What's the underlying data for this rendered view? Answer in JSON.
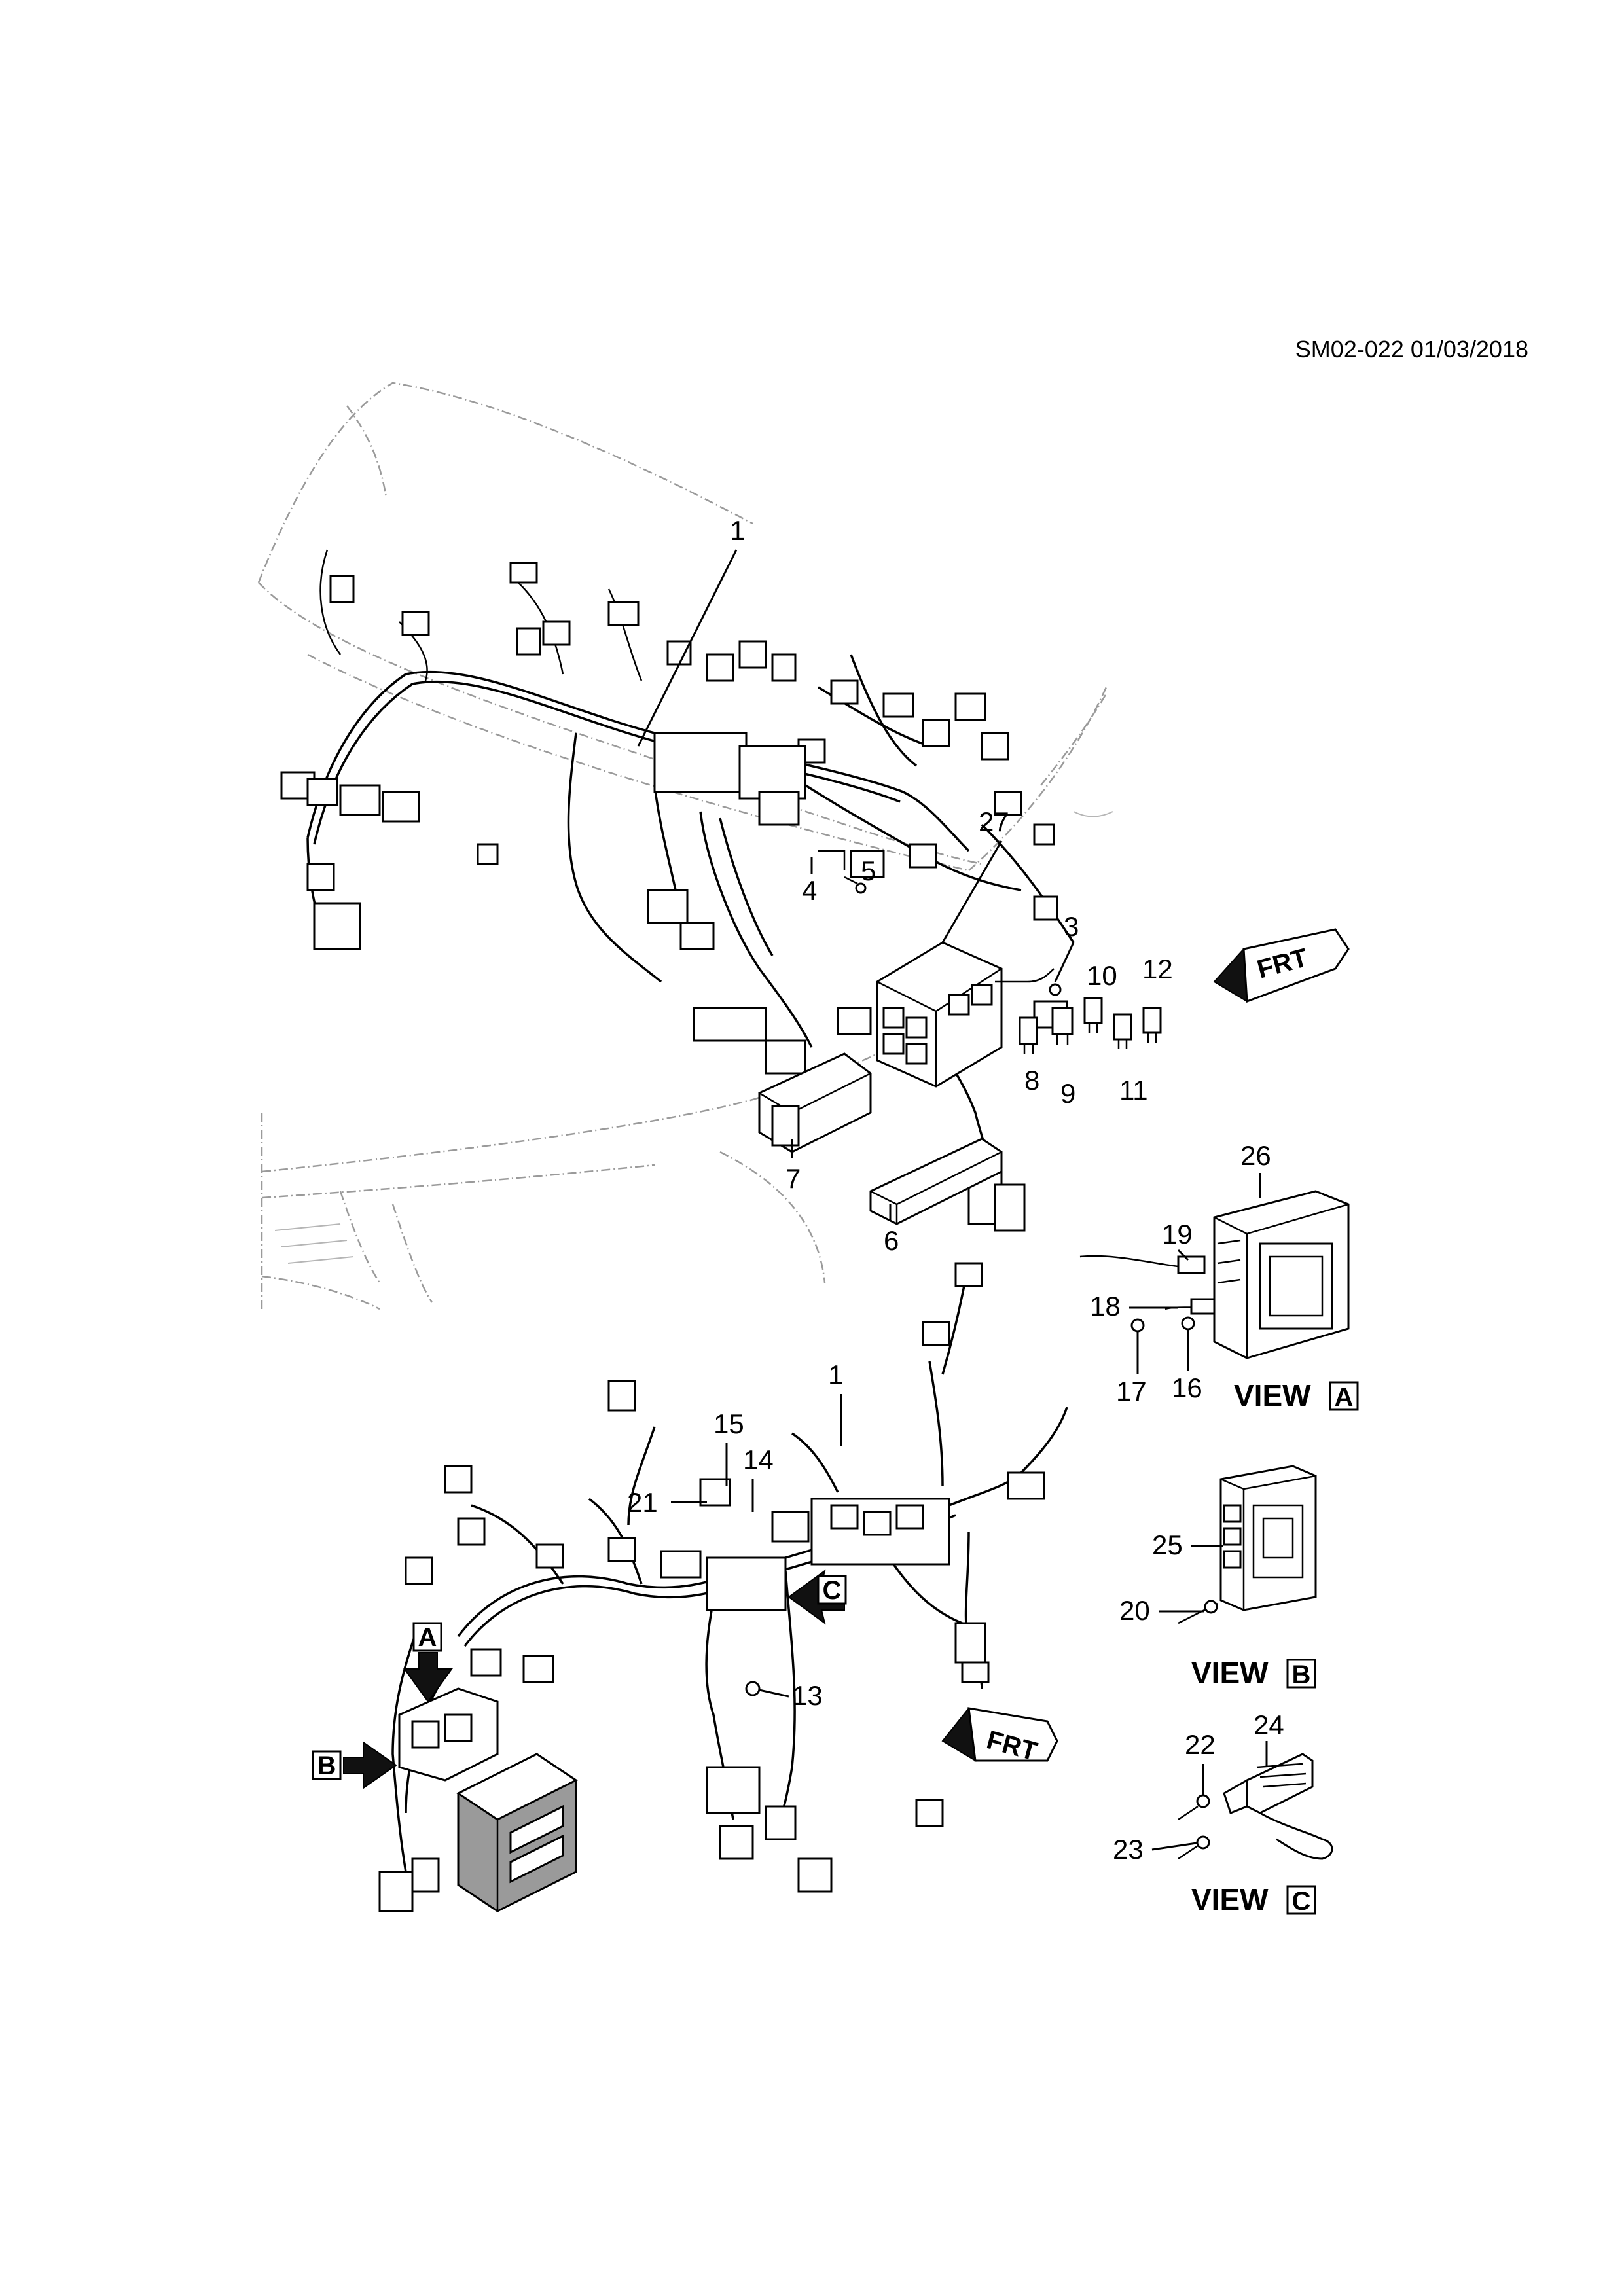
{
  "header": {
    "code": "SM02-022 01/03/2018"
  },
  "callouts": [
    {
      "id": "c1a",
      "text": "1"
    },
    {
      "id": "c27",
      "text": "27"
    },
    {
      "id": "c5",
      "text": "5"
    },
    {
      "id": "c4",
      "text": "4"
    },
    {
      "id": "c3",
      "text": "3"
    },
    {
      "id": "c10",
      "text": "10"
    },
    {
      "id": "c12",
      "text": "12"
    },
    {
      "id": "c8",
      "text": "8"
    },
    {
      "id": "c9",
      "text": "9"
    },
    {
      "id": "c11",
      "text": "11"
    },
    {
      "id": "c7",
      "text": "7"
    },
    {
      "id": "c6",
      "text": "6"
    },
    {
      "id": "c26",
      "text": "26"
    },
    {
      "id": "c19",
      "text": "19"
    },
    {
      "id": "c18",
      "text": "18"
    },
    {
      "id": "c17",
      "text": "17"
    },
    {
      "id": "c16",
      "text": "16"
    },
    {
      "id": "c1b",
      "text": "1"
    },
    {
      "id": "c15",
      "text": "15"
    },
    {
      "id": "c14",
      "text": "14"
    },
    {
      "id": "c21",
      "text": "21"
    },
    {
      "id": "c13",
      "text": "13"
    },
    {
      "id": "c25",
      "text": "25"
    },
    {
      "id": "c20",
      "text": "20"
    },
    {
      "id": "c24",
      "text": "24"
    },
    {
      "id": "c22",
      "text": "22"
    },
    {
      "id": "c23",
      "text": "23"
    }
  ],
  "views": [
    {
      "id": "viewA",
      "word": "VIEW",
      "letter": "A"
    },
    {
      "id": "viewB",
      "word": "VIEW",
      "letter": "B"
    },
    {
      "id": "viewC",
      "word": "VIEW",
      "letter": "C"
    }
  ],
  "arrow_tags": [
    {
      "id": "tagA",
      "letter": "A"
    },
    {
      "id": "tagB",
      "letter": "B"
    },
    {
      "id": "tagC",
      "letter": "C"
    }
  ],
  "front_markers": [
    {
      "id": "frt1",
      "text": "FRT"
    },
    {
      "id": "frt2",
      "text": "FRT"
    }
  ]
}
